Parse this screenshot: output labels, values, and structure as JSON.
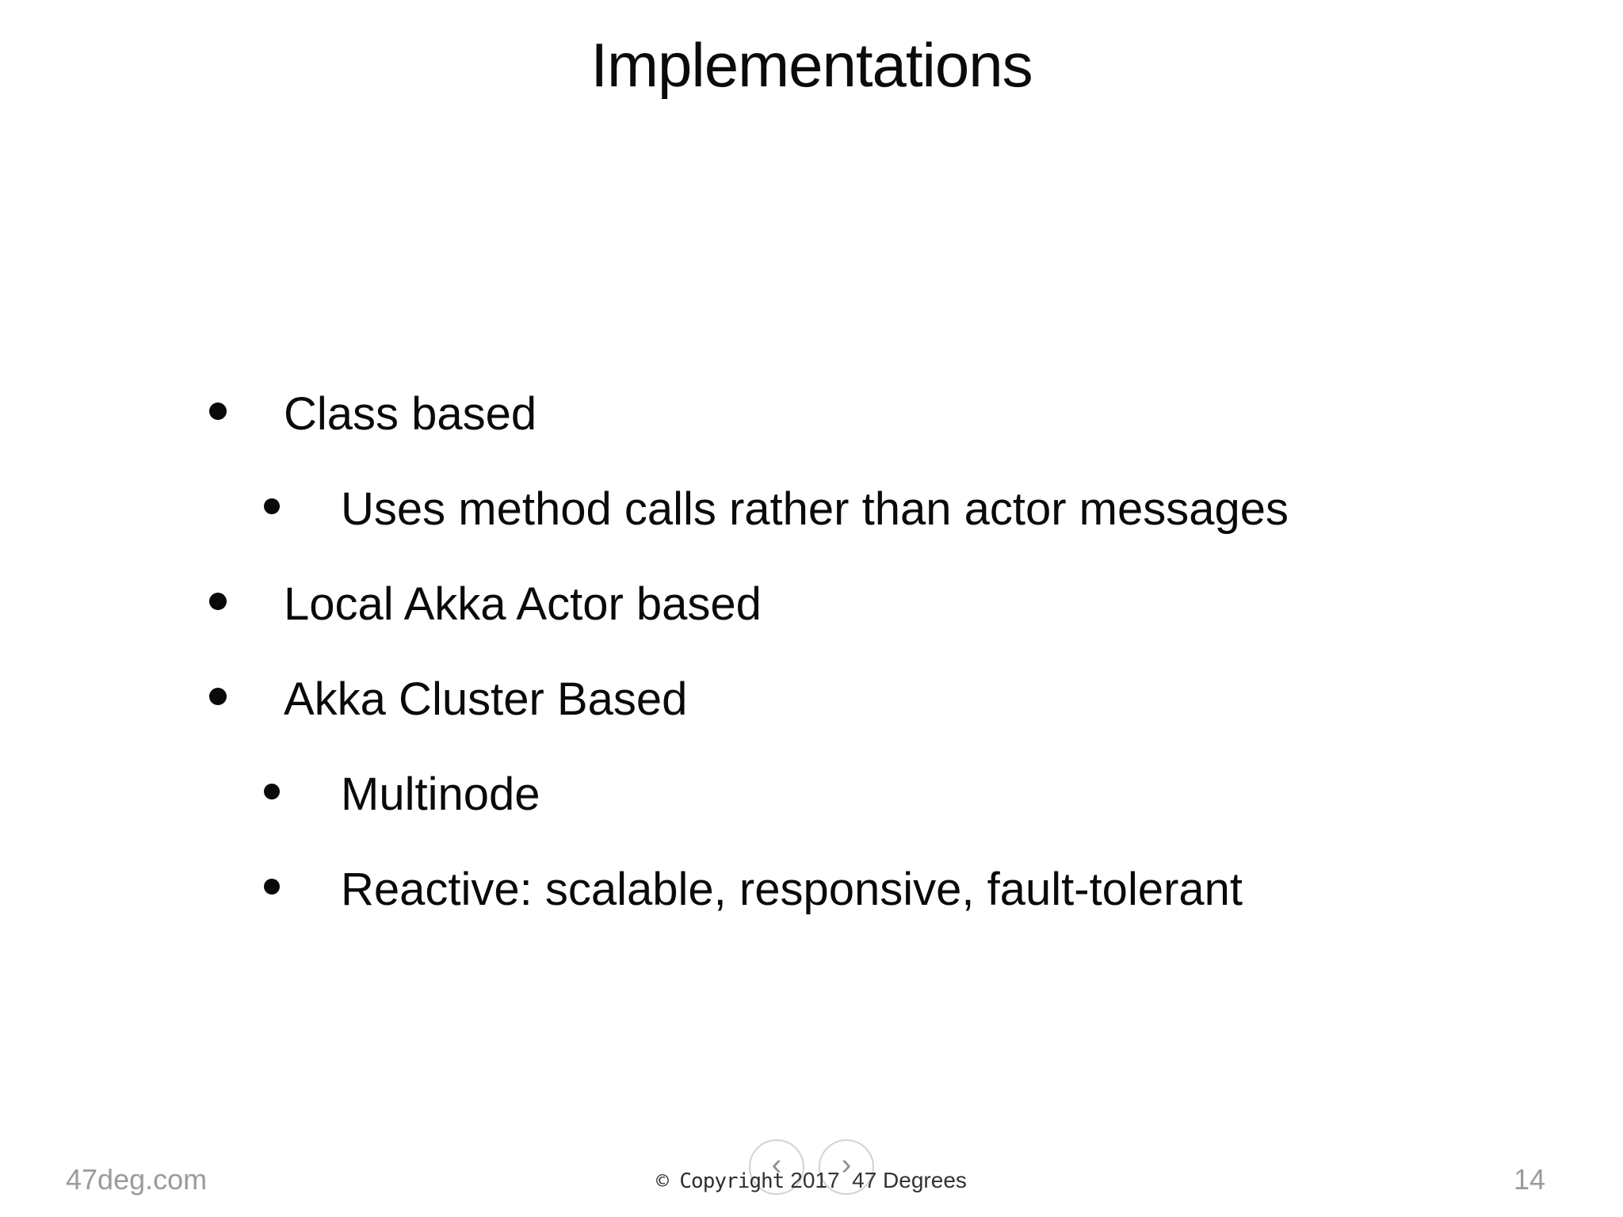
{
  "slide": {
    "title": "Implementations",
    "bullets": [
      {
        "level": 1,
        "text": "Class based"
      },
      {
        "level": 2,
        "text": "Uses method calls rather than actor messages"
      },
      {
        "level": 1,
        "text": "Local Akka Actor based"
      },
      {
        "level": 1,
        "text": "Akka Cluster Based"
      },
      {
        "level": 2,
        "text": "Multinode"
      },
      {
        "level": 2,
        "text": "Reactive: scalable, responsive, fault-tolerant"
      }
    ]
  },
  "footer": {
    "website": "47deg.com",
    "copyright_prefix": "© Copyright",
    "copyright_suffix": "2017  47 Degrees",
    "page_number": "14",
    "nav": {
      "prev_icon": "‹",
      "next_icon": "›"
    }
  },
  "colors": {
    "background": "#ffffff",
    "text": "#0a0a0a",
    "muted_gray": "#9b9b9b",
    "circle_border": "#d2d2d2",
    "chevron_gray": "#8f8f8f"
  }
}
